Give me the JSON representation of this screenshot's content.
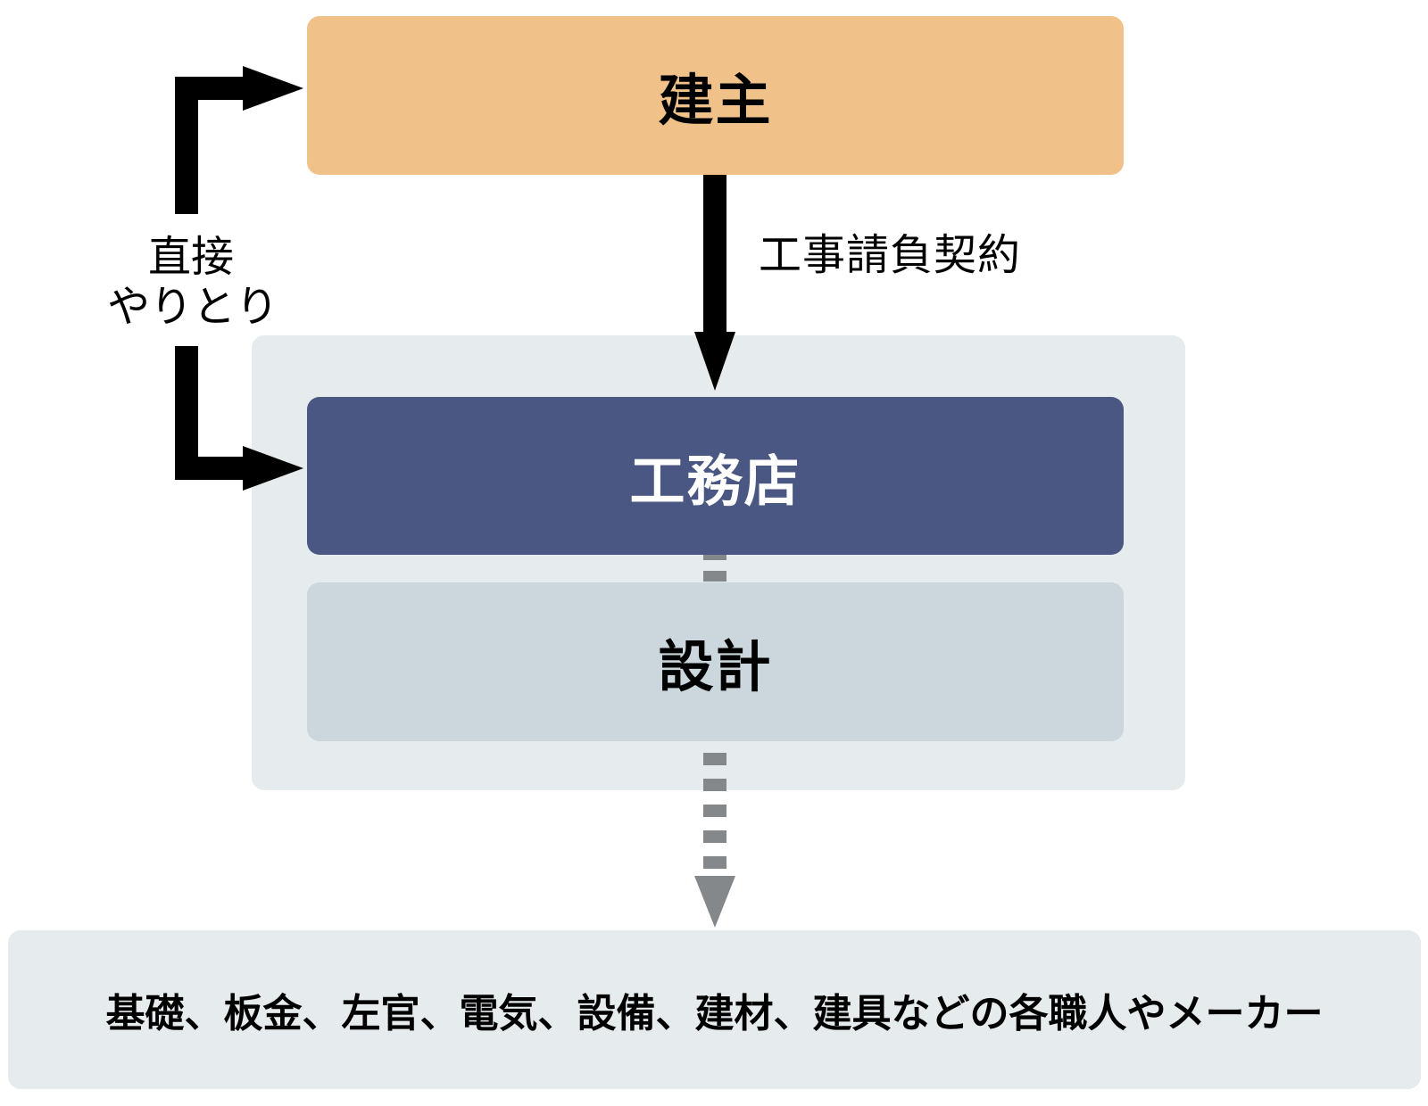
{
  "nodes": {
    "client": "建主",
    "contractor": "工務店",
    "design": "設計",
    "trades": "基礎、板金、左官、電気、設備、建材、建具などの各職人やメーカー"
  },
  "edges": {
    "contract_label": "工事請負契約",
    "direct_label_line1": "直接",
    "direct_label_line2": "やりとり"
  },
  "colors": {
    "client_fill": "#f0c189",
    "contractor_fill": "#4a5782",
    "design_fill": "#cbd6dd",
    "container_fill": "#e6ebee",
    "solid_arrow": "#000000",
    "dashed_arrow": "#85888b"
  }
}
